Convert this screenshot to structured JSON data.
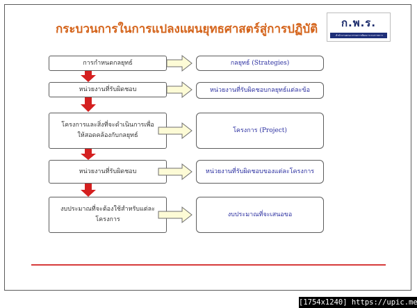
{
  "title": "กระบวนการในการแปลงแผนยุทธศาสตร์สู่การปฏิบัติ",
  "logo": {
    "name": "ก.พ.ร.",
    "subtitle": "สำนักงานคณะกรรมการพัฒนาระบบราชการ"
  },
  "left_boxes": [
    "การกำหนดกลยุทธ์",
    "หน่วยงานที่รับผิดชอบ",
    "โครงการและสิ่งที่จะดำเนินการเพื่อให้สอดคล้องกับกลยุทธ์",
    "หน่วยงานที่รับผิดชอบ",
    "งบประมาณที่จะต้องใช้สำหรับแต่ละโครงการ"
  ],
  "right_boxes": [
    "กลยุทธ์ (Strategies)",
    "หน่วยงานที่รับผิดชอบกลยุทธ์แต่ละข้อ",
    "โครงการ (Project)",
    "หน่วยงานที่รับผิดชอบของแต่ละโครงการ",
    "งบประมาณที่จะเสนอขอ"
  ],
  "watermark": "[1754x1240] https://upic.me/",
  "colors": {
    "title": "#d4631a",
    "right_text": "#2b2fa0",
    "down_arrow": "#d42020",
    "right_arrow_fill": "#fdfbd6",
    "divider": "#d63a3a"
  }
}
